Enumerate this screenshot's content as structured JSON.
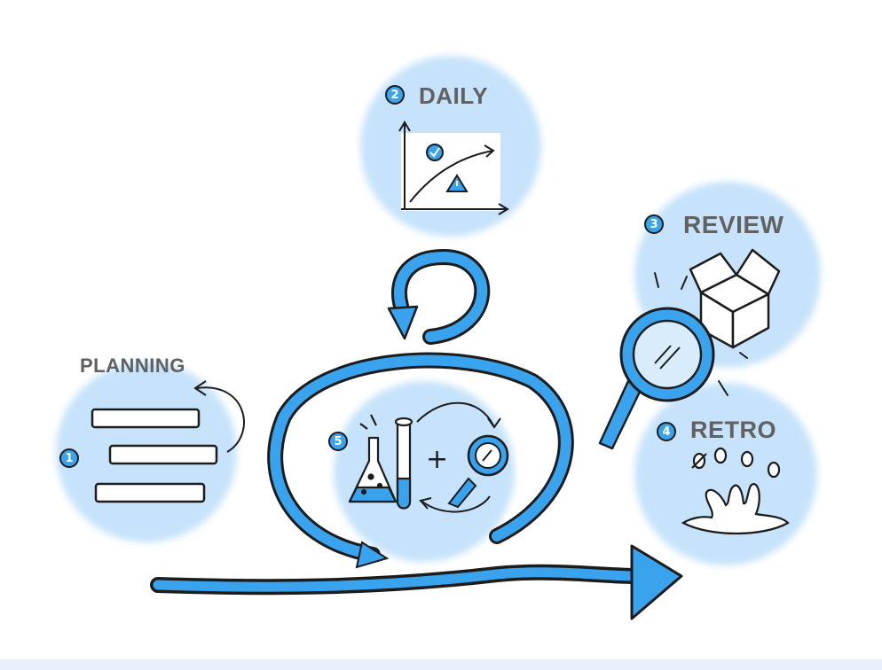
{
  "steps": [
    {
      "number": "1",
      "label": "PLANNING"
    },
    {
      "number": "2",
      "label": "DAILY"
    },
    {
      "number": "3",
      "label": "REVIEW"
    },
    {
      "number": "4",
      "label": "RETRO"
    },
    {
      "number": "5",
      "label": ""
    }
  ],
  "experiment": {
    "plus_symbol": "+"
  },
  "colors": {
    "blob": "#c6e3fb",
    "accent": "#3aa3ee",
    "ink": "#1c1c1c",
    "label": "#616161"
  },
  "icons": [
    "list-icon",
    "chart-icon",
    "checkmark-icon",
    "warning-icon",
    "box-icon",
    "magnifier-icon",
    "splash-icon",
    "flask-icon",
    "test-tube-icon",
    "cycle-arrow-icon",
    "flow-arrow-icon"
  ]
}
